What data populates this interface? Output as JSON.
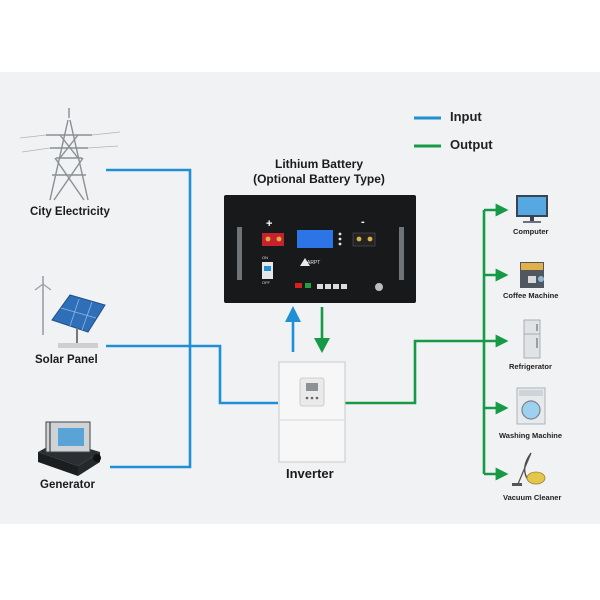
{
  "legend": {
    "input_label": "Input",
    "output_label": "Output",
    "input_color": "#1f8fd6",
    "output_color": "#169a48"
  },
  "sources": [
    {
      "label": "City Electricity",
      "icon": "power-tower-icon"
    },
    {
      "label": "Solar Panel",
      "icon": "solar-panel-icon"
    },
    {
      "label": "Generator",
      "icon": "generator-icon"
    }
  ],
  "battery": {
    "title_line1": "Lithium Battery",
    "title_line2": "(Optional Battery Type)",
    "brand": "ARPT",
    "plus_symbol": "+",
    "minus_symbol": "-",
    "switch_on": "ON",
    "switch_off": "OFF"
  },
  "inverter": {
    "label": "Inverter"
  },
  "appliances": [
    {
      "label": "Computer",
      "icon": "computer-icon"
    },
    {
      "label": "Coffee Machine",
      "icon": "coffee-machine-icon"
    },
    {
      "label": "Refrigerator",
      "icon": "refrigerator-icon"
    },
    {
      "label": "Washing Machine",
      "icon": "washing-machine-icon"
    },
    {
      "label": "Vacuum Cleaner",
      "icon": "vacuum-cleaner-icon"
    }
  ]
}
